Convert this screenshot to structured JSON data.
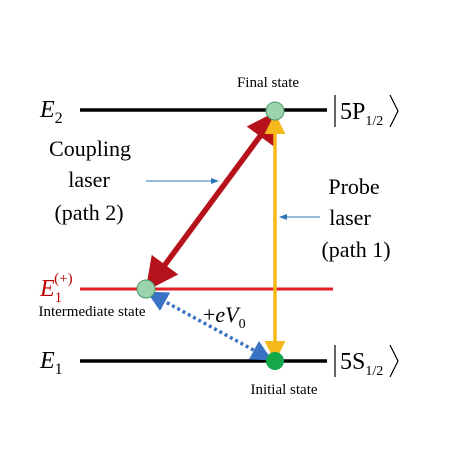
{
  "levels": {
    "upper": {
      "symbol": "E",
      "subscript": "2",
      "state": "5P",
      "state_sub": "1/2"
    },
    "intermediate": {
      "symbol": "E",
      "subscript": "1",
      "superscript": "(+)"
    },
    "lower": {
      "symbol": "E",
      "subscript": "1",
      "state": "5S",
      "state_sub": "1/2"
    }
  },
  "labels": {
    "final_state": "Final state",
    "intermediate_state": "Intermediate state",
    "initial_state": "Initial state",
    "coupling_line1": "Coupling",
    "coupling_line2": "laser",
    "coupling_line3": "(path 2)",
    "probe_line1": "Probe",
    "probe_line2": "laser",
    "probe_line3": "(path 1)",
    "energy_plus": "+",
    "energy_e": "eV",
    "energy_sub": "0"
  },
  "colors": {
    "level_line": "#000000",
    "intermediate_line": "#e31e24",
    "intermediate_label": "#c00000",
    "coupling_arrow": "#b5121b",
    "probe_arrow": "#f6b91b",
    "dotted_arrow": "#3a72c4",
    "pointer_arrow": "#2e75b6",
    "final_dot": "#9bd3ae",
    "intermediate_dot": "#9bd3ae",
    "initial_dot": "#14a84a"
  }
}
